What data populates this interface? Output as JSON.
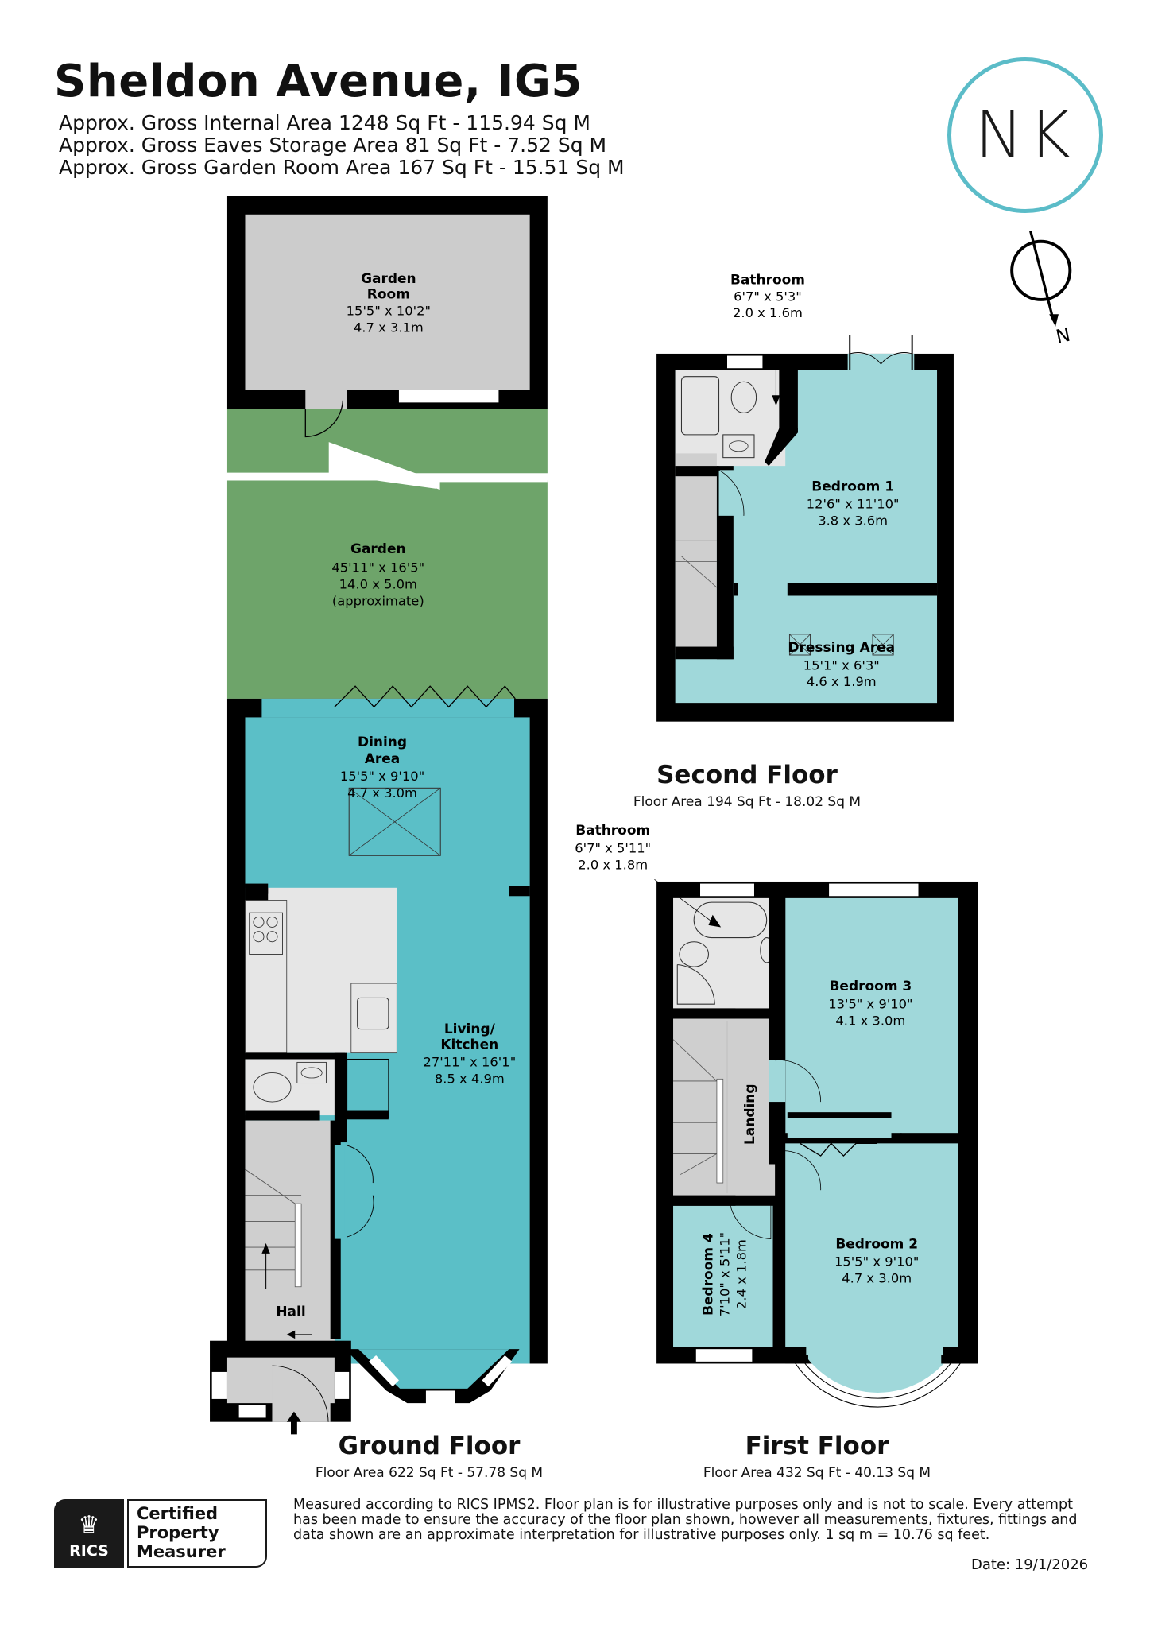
{
  "header": {
    "title": "Sheldon Avenue, IG5",
    "areas": [
      "Approx. Gross Internal Area 1248 Sq Ft - 115.94 Sq M",
      "Approx. Gross Eaves Storage Area 81 Sq Ft - 7.52 Sq M",
      "Approx. Gross Garden Room Area 167 Sq Ft - 15.51 Sq M"
    ]
  },
  "logo": {
    "text": "NK",
    "color": "#5bbcc8"
  },
  "compass": {
    "label": "N"
  },
  "colors": {
    "wall": "#000000",
    "garden": "#6ea46a",
    "living": "#5bbfc7",
    "bedroom": "#a0d8da",
    "hall": "#cfcfcf",
    "bathroom": "#e6e6e6",
    "garden_room": "#cccccc"
  },
  "floors": {
    "ground": {
      "title": "Ground Floor",
      "area": "Floor Area 622 Sq Ft - 57.78 Sq M",
      "rooms": {
        "garden_room": {
          "name1": "Garden",
          "name2": "Room",
          "imperial": "15'5\" x 10'2\"",
          "metric": "4.7 x 3.1m"
        },
        "garden": {
          "name": "Garden",
          "imperial": "45'11\" x 16'5\"",
          "metric": "14.0 x 5.0m",
          "note": "(approximate)"
        },
        "dining": {
          "name1": "Dining",
          "name2": "Area",
          "imperial": "15'5\" x 9'10\"",
          "metric": "4.7 x 3.0m"
        },
        "living": {
          "name1": "Living/",
          "name2": "Kitchen",
          "imperial": "27'11\" x 16'1\"",
          "metric": "8.5 x 4.9m"
        },
        "hall": {
          "name": "Hall"
        }
      }
    },
    "first": {
      "title": "First Floor",
      "area": "Floor Area 432 Sq Ft - 40.13 Sq M",
      "rooms": {
        "bathroom": {
          "name": "Bathroom",
          "imperial": "6'7\" x 5'11\"",
          "metric": "2.0 x 1.8m"
        },
        "bedroom3": {
          "name": "Bedroom 3",
          "imperial": "13'5\" x 9'10\"",
          "metric": "4.1 x 3.0m"
        },
        "landing": {
          "name": "Landing"
        },
        "bedroom2": {
          "name": "Bedroom 2",
          "imperial": "15'5\" x 9'10\"",
          "metric": "4.7 x 3.0m"
        },
        "bedroom4": {
          "name": "Bedroom 4",
          "imperial": "7'10\" x 5'11\"",
          "metric": "2.4 x 1.8m"
        }
      }
    },
    "second": {
      "title": "Second Floor",
      "area": "Floor Area 194 Sq Ft - 18.02 Sq M",
      "rooms": {
        "bathroom": {
          "name": "Bathroom",
          "imperial": "6'7\" x 5'3\"",
          "metric": "2.0 x 1.6m"
        },
        "bedroom1": {
          "name": "Bedroom 1",
          "imperial": "12'6\" x 11'10\"",
          "metric": "3.8 x 3.6m"
        },
        "dressing": {
          "name": "Dressing Area",
          "imperial": "15'1\" x 6'3\"",
          "metric": "4.6 x 1.9m"
        }
      }
    }
  },
  "footer": {
    "badge": {
      "org": "RICS",
      "line1": "Certified",
      "line2": "Property",
      "line3": "Measurer"
    },
    "disclaimer": "Measured according to RICS IPMS2. Floor plan is for illustrative purposes only and is not to scale. Every attempt has been made to ensure the accuracy of the floor plan shown, however all measurements, fixtures, fittings and data shown are an approximate interpretation for illustrative purposes only. 1 sq m = 10.76 sq feet.",
    "date": "Date: 19/1/2026"
  }
}
